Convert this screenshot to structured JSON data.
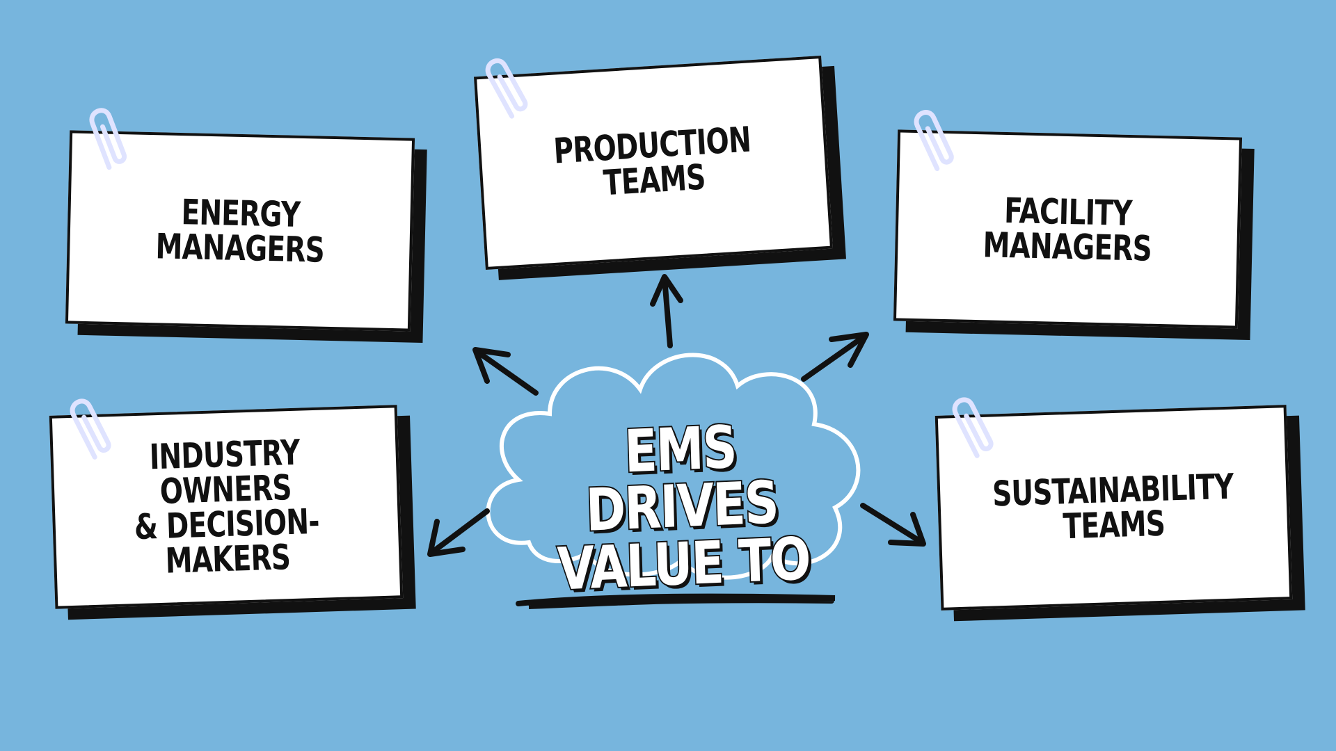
{
  "center": {
    "title": "EMS DRIVES\nVALUE TO"
  },
  "cards": [
    {
      "id": "energy-managers",
      "label": "ENERGY\nMANAGERS"
    },
    {
      "id": "production-teams",
      "label": "PRODUCTION\nTEAMS"
    },
    {
      "id": "facility-managers",
      "label": "FACILITY\nMANAGERS"
    },
    {
      "id": "industry-owners",
      "label": "INDUSTRY OWNERS\n& DECISION-\nMAKERS"
    },
    {
      "id": "sustainability-teams",
      "label": "SUSTAINABILITY\nTEAMS"
    }
  ],
  "colors": {
    "background": "#77b5dd",
    "card": "#ffffff",
    "ink": "#111111",
    "paperclip": "#dfe3ff"
  }
}
